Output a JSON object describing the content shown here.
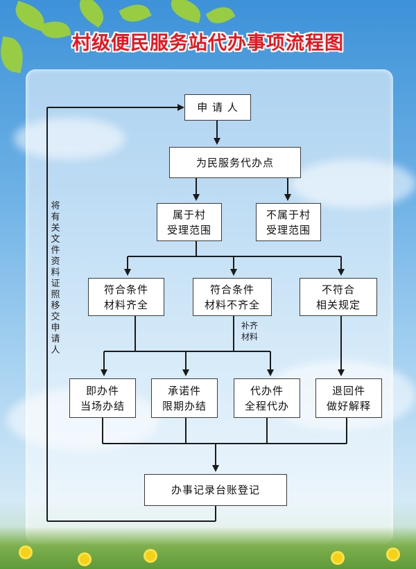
{
  "title": "村级便民服务站代办事项流程图",
  "nodes": {
    "applicant": "申 请 人",
    "service_point": "为民服务代办点",
    "in_village": "属于村\n受理范围",
    "not_in_village": "不属于村\n受理范围",
    "complete": "符合条件\n材料齐全",
    "incomplete": "符合条件\n材料不齐全",
    "non_compliant": "不符合\n相关规定",
    "instant": "即办件\n当场办结",
    "promised": "承诺件\n限期办结",
    "proxy": "代办件\n全程代办",
    "return": "退回件\n做好解释",
    "record": "办事记录台账登记"
  },
  "notes": {
    "supplement": "补齐\n材料",
    "return_docs": "将有关文件资料证照移交申请人"
  },
  "colors": {
    "title": "#e8161e",
    "line": "#1a1a1a",
    "box_border": "#3a3a3a"
  }
}
